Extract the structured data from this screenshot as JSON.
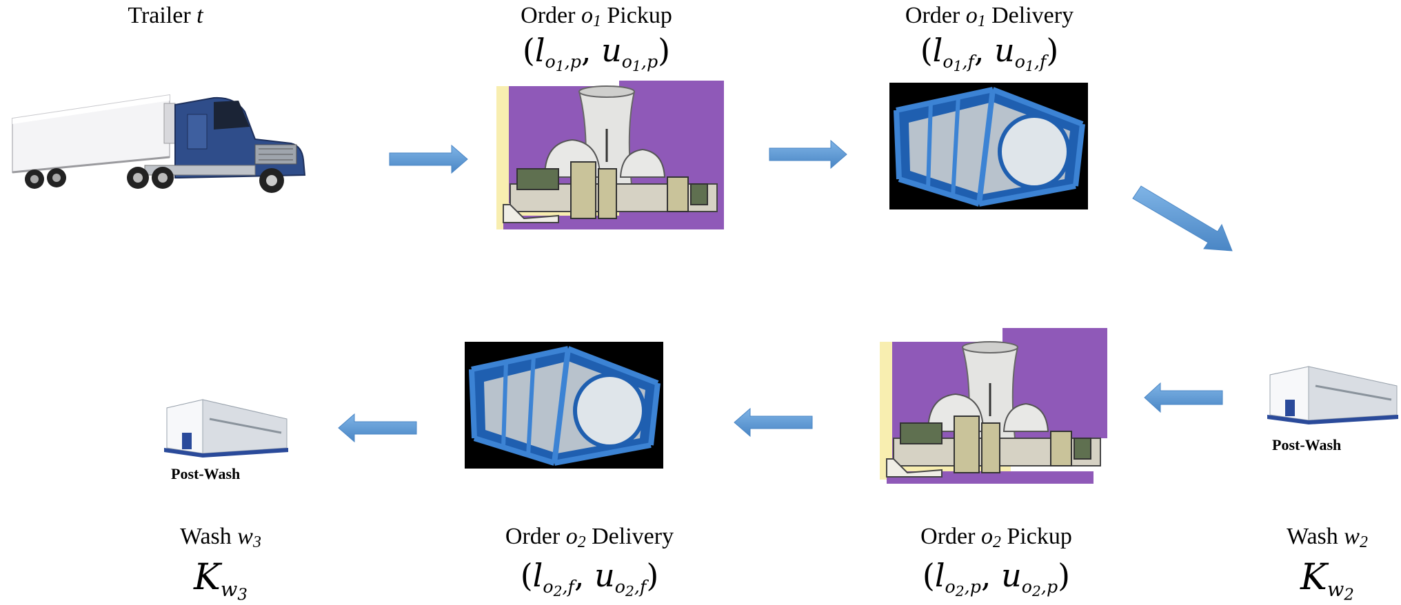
{
  "nodes": {
    "trailer": {
      "text": "Trailer",
      "var": "t"
    },
    "o1_pickup": {
      "prefix": "Order",
      "sym": "o",
      "sub": "1",
      "suffix": "Pickup"
    },
    "o1_delivery": {
      "prefix": "Order",
      "sym": "o",
      "sub": "1",
      "suffix": "Delivery"
    },
    "o2_pickup": {
      "prefix": "Order",
      "sym": "o",
      "sub": "2",
      "suffix": "Pickup"
    },
    "o2_delivery": {
      "prefix": "Order",
      "sym": "o",
      "sub": "2",
      "suffix": "Delivery"
    },
    "wash_w2": {
      "prefix": "Wash",
      "sym": "w",
      "sub": "2",
      "math": "K",
      "math_sub": "w",
      "math_sub_index": "2"
    },
    "wash_w3": {
      "prefix": "Wash",
      "sym": "w",
      "sub": "3",
      "math": "K",
      "math_sub": "w",
      "math_sub_index": "3"
    }
  },
  "windows": {
    "o1_pickup": {
      "l": "l",
      "u": "u",
      "idx": "o",
      "n": "1",
      "kind": "p"
    },
    "o1_delivery": {
      "l": "l",
      "u": "u",
      "idx": "o",
      "n": "1",
      "kind": "f"
    },
    "o2_pickup": {
      "l": "l",
      "u": "u",
      "idx": "o",
      "n": "2",
      "kind": "p"
    },
    "o2_delivery": {
      "l": "l",
      "u": "u",
      "idx": "o",
      "n": "2",
      "kind": "f"
    }
  },
  "post_wash_label": "Post-Wash",
  "colors": {
    "arrow": "#5b9bd5",
    "plant_purple": "#8f59b8",
    "plant_yellow": "#f8eeb0",
    "tank_blue": "#1f5fb0",
    "truck_blue": "#2f4d8a"
  }
}
